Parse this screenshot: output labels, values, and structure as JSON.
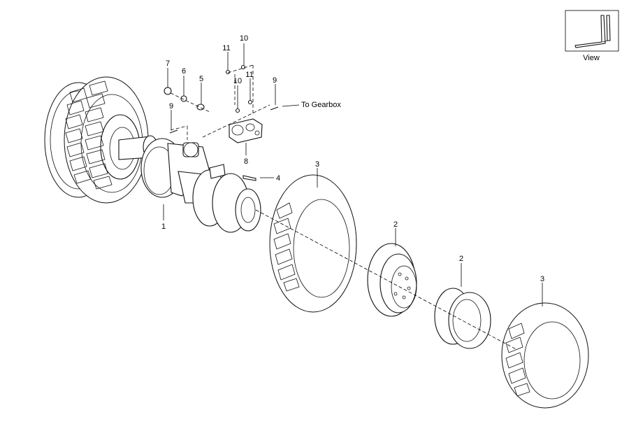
{
  "view_label": "View",
  "callouts": {
    "p1": "1",
    "p2a": "2",
    "p2b": "2",
    "p3a": "3",
    "p3b": "3",
    "p4": "4",
    "p5": "5",
    "p6": "6",
    "p7": "7",
    "p8": "8",
    "p9a": "9",
    "p9b": "9",
    "p10a": "10",
    "p10b": "10",
    "p11a": "11",
    "p11b": "11"
  },
  "to_gearbox": "To Gearbox"
}
